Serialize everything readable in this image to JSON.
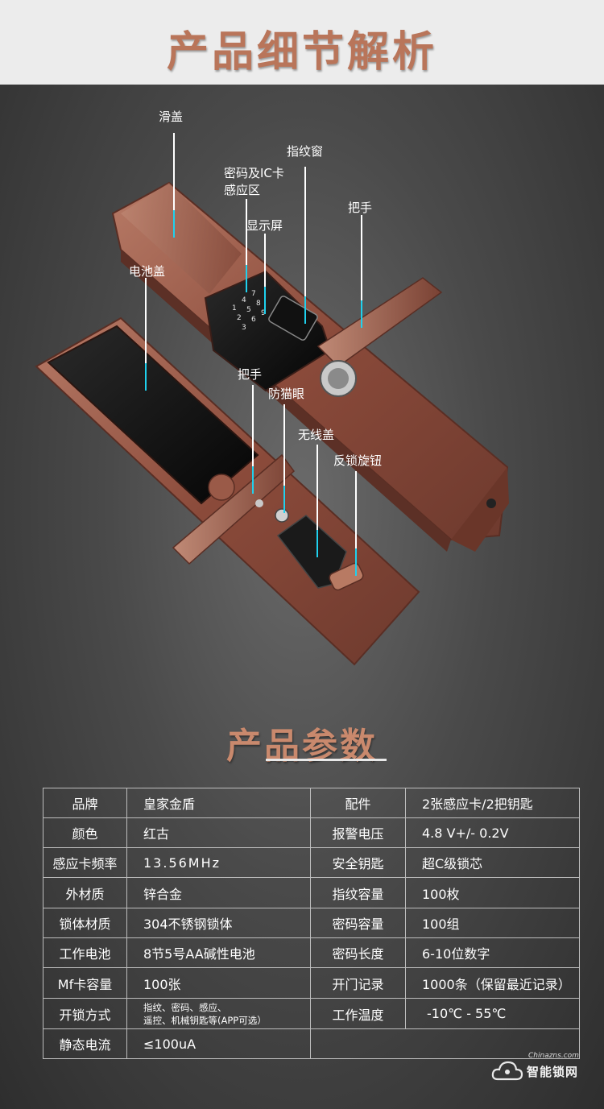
{
  "header": {
    "title": "产品细节解析"
  },
  "callouts": {
    "slide_cover": "滑盖",
    "fingerprint_window": "指纹窗",
    "password_ic_line1": "密码及IC卡",
    "password_ic_line2": "感应区",
    "handle_top": "把手",
    "display": "显示屏",
    "battery_cover": "电池盖",
    "handle_bottom": "把手",
    "peephole": "防猫眼",
    "wireless_cover": "无线盖",
    "anti_lock_knob": "反锁旋钮"
  },
  "params": {
    "title": "产品参数",
    "rows": [
      [
        "品牌",
        "皇家金盾",
        "配件",
        "2张感应卡/2把钥匙"
      ],
      [
        "颜色",
        "红古",
        "报警电压",
        "4.8 V+/- 0.2V"
      ],
      [
        "感应卡频率",
        "13.56MHz",
        "安全钥匙",
        "超C级锁芯"
      ],
      [
        "外材质",
        "锌合金",
        "指纹容量",
        "100枚"
      ],
      [
        "锁体材质",
        "304不锈钢锁体",
        "密码容量",
        "100组"
      ],
      [
        "工作电池",
        "8节5号AA碱性电池",
        "密码长度",
        "6-10位数字"
      ],
      [
        "Mf卡容量",
        "100张",
        "开门记录",
        "1000条（保留最近记录）"
      ],
      [
        "开锁方式",
        "指纹、密码、感应、",
        "工作温度",
        "-10℃ - 55℃"
      ],
      [
        "静态电流",
        "≤100uA",
        "",
        ""
      ]
    ],
    "unlock_line2": "遥控、机械钥匙等(APP可选）"
  },
  "logo": {
    "url": "Chinazns.com",
    "name": "智能锁网"
  },
  "colors": {
    "header_title": "#b9755a",
    "accent_line": "#1fd1ee",
    "bronze": "#8a4a3a"
  }
}
